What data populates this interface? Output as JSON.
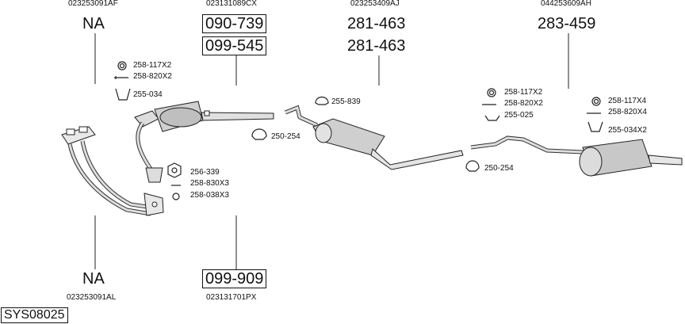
{
  "system_code": "SYS08025",
  "groups": [
    {
      "top_oem": "023253091AF",
      "top_number": "NA",
      "bottom_oem": "023253091AL",
      "bottom_number": "NA",
      "parts": [
        "258-117X2",
        "258-820X2",
        "255-034",
        "256-339",
        "258-830X3",
        "258-038X3"
      ]
    },
    {
      "top_oem": "023131089CX",
      "top_numbers": [
        "090-739",
        "099-545"
      ],
      "bottom_oem": "023131701PX",
      "bottom_number": "099-909",
      "parts": [
        "250-254"
      ]
    },
    {
      "top_oem": "023253409AJ",
      "top_numbers": [
        "281-463",
        "281-463"
      ],
      "parts": [
        "255-839"
      ]
    },
    {
      "top_oem": "044253609AH",
      "top_number": "283-459",
      "parts": [
        "258-117X2",
        "258-820X2",
        "255-025",
        "250-254",
        "258-117X4",
        "258-820X4",
        "255-034X2"
      ]
    }
  ]
}
